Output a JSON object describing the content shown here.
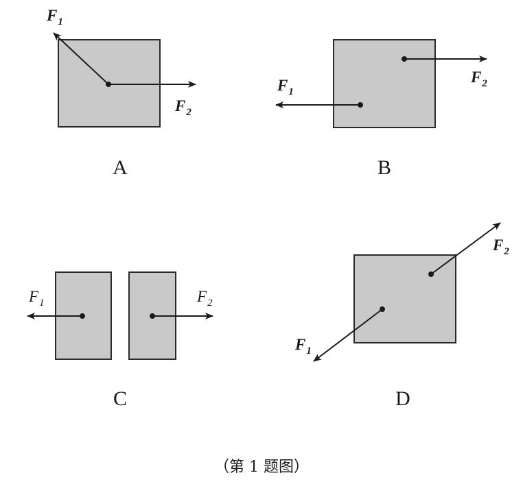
{
  "panels": [
    {
      "id": "A",
      "label": "A",
      "force1_label": "F",
      "force1_sub": "1",
      "force2_label": "F",
      "force2_sub": "2"
    },
    {
      "id": "B",
      "label": "B",
      "force1_label": "F",
      "force1_sub": "1",
      "force2_label": "F",
      "force2_sub": "2"
    },
    {
      "id": "C",
      "label": "C",
      "force1_label": "F",
      "force1_sub": "1",
      "force2_label": "F",
      "force2_sub": "2"
    },
    {
      "id": "D",
      "label": "D",
      "force1_label": "F",
      "force1_sub": "1",
      "force2_label": "F",
      "force2_sub": "2"
    }
  ],
  "caption": "（第 1 题图）",
  "colors": {
    "block_fill": "#c9c9c9",
    "ink": "#1a1a1a"
  }
}
